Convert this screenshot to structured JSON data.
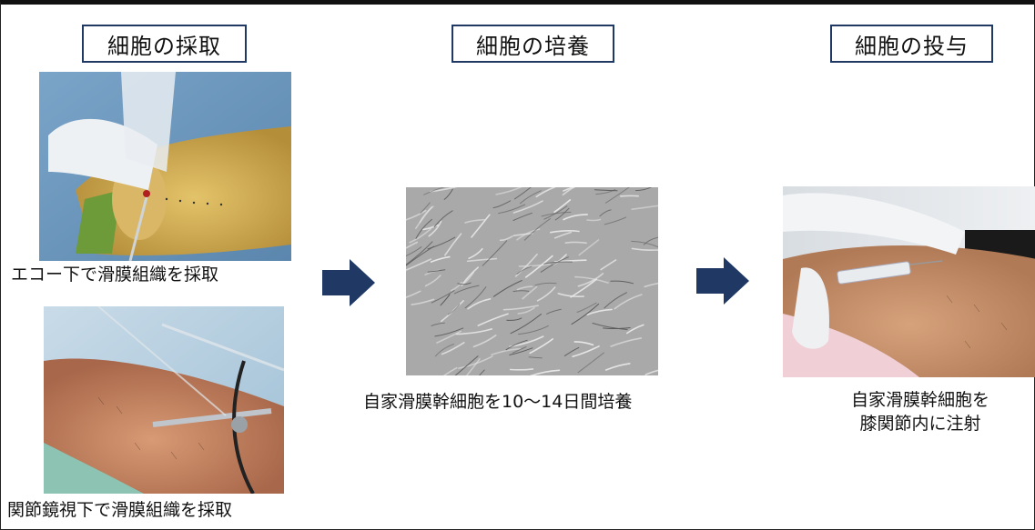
{
  "colors": {
    "accent": "#1f3864",
    "arrow": "#1f3864"
  },
  "steps": [
    {
      "title": "細胞の採取"
    },
    {
      "title": "細胞の培養"
    },
    {
      "title": "細胞の投与"
    }
  ],
  "captions": {
    "harvest_ultrasound": "エコー下で滑膜組織を採取",
    "harvest_arthroscopy": "関節鏡視下で滑膜組織を採取",
    "culture": "自家滑膜幹細胞を10〜14日間培養",
    "injection_line1": "自家滑膜幹細胞を",
    "injection_line2": "膝関節内に注射"
  },
  "icons": [
    "arrow-right-icon",
    "arrow-right-icon"
  ]
}
